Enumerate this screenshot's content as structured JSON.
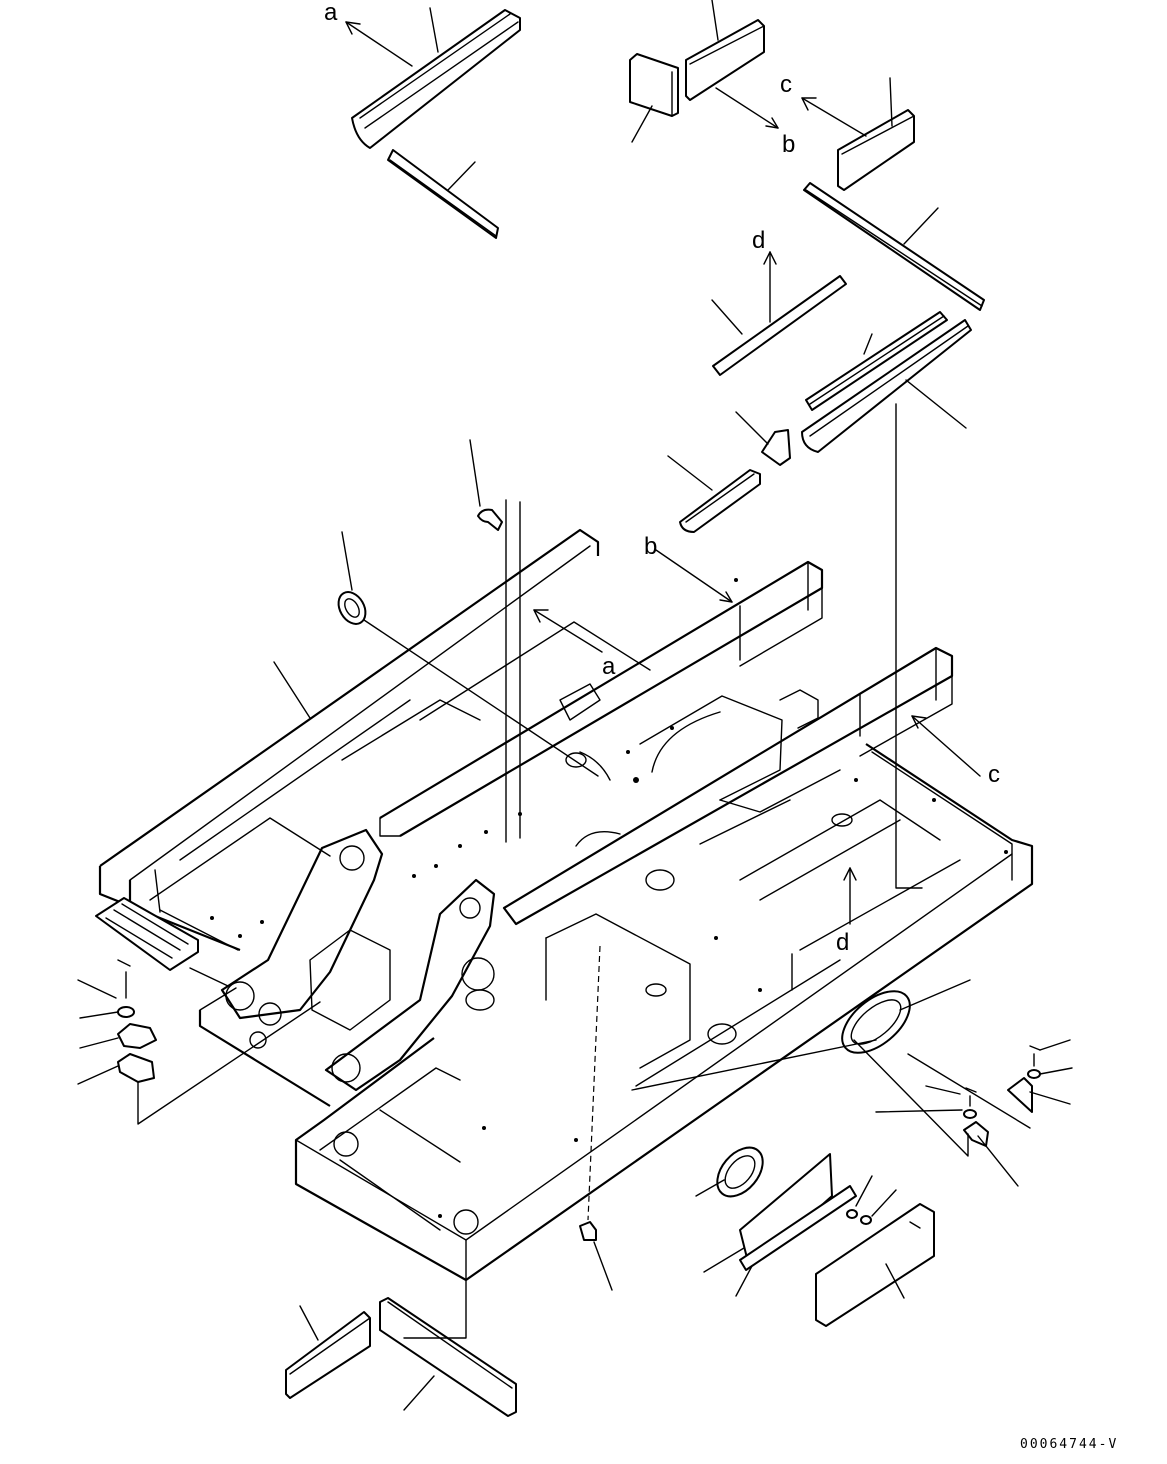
{
  "diagram": {
    "drawing_id": "00064744-V",
    "callouts": {
      "a": "a",
      "b": "b",
      "c": "c",
      "d": "d"
    }
  }
}
